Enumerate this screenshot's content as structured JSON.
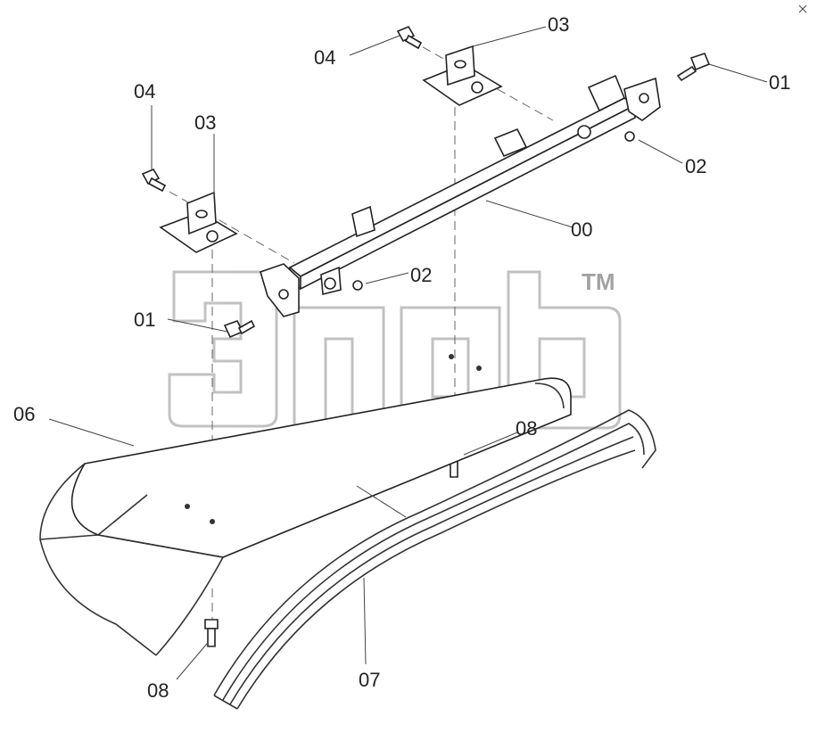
{
  "diagram": {
    "labels": {
      "l00": "00",
      "l01a": "01",
      "l01b": "01",
      "l02a": "02",
      "l02b": "02",
      "l03a": "03",
      "l03b": "03",
      "l04a": "04",
      "l04b": "04",
      "l06": "06",
      "l07": "07",
      "l08a": "08",
      "l08b": "08"
    },
    "watermark": {
      "trademark": "TM"
    }
  }
}
